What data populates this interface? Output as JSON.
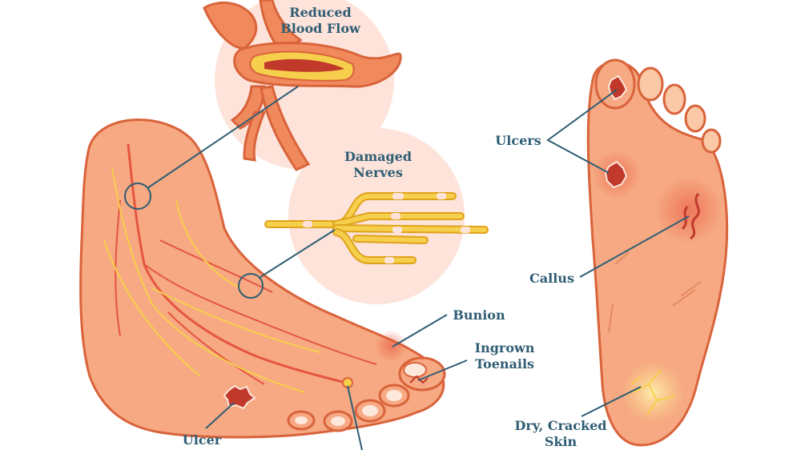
{
  "labels": {
    "reduced_blood_flow": [
      "Reduced",
      "Blood Flow"
    ],
    "damaged_nerves": [
      "Damaged",
      "Nerves"
    ],
    "ulcers": "Ulcers",
    "callus": "Callus",
    "bunion": "Bunion",
    "ingrown_toenails": [
      "Ingrown",
      "Toenails"
    ],
    "ulcer": "Ulcer",
    "dry_cracked_skin": [
      "Dry, Cracked",
      "Skin"
    ]
  },
  "colors": {
    "label": "#2f5d74",
    "leader_line": "#2f5d74",
    "skin": "#f6a982",
    "skin_light": "#fbc9a8",
    "outline": "#d9633b",
    "vessel": "#e5553f",
    "nerve": "#f6cf4c",
    "nerve_outline": "#e0a21b",
    "bubble": "#fde3da",
    "wound": "#c0392b"
  }
}
